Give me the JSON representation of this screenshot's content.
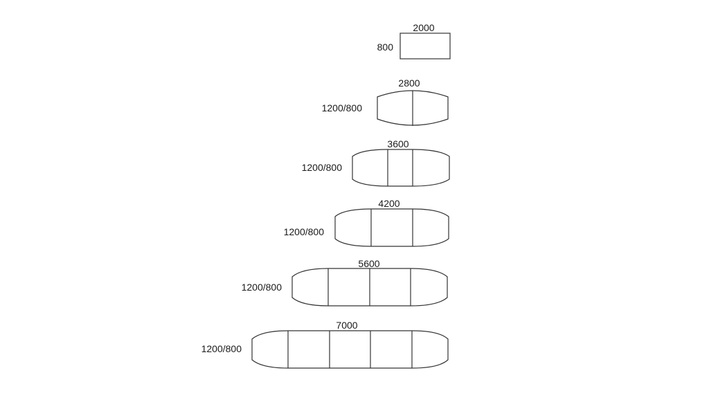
{
  "diagram": {
    "line_color": "#333333",
    "text_color": "#1a1a1a",
    "tables": [
      {
        "length_label": "2000",
        "width_label": "800",
        "shape": "rectangle"
      },
      {
        "length_label": "2800",
        "width_label": "1200/800",
        "shape": "oval"
      },
      {
        "length_label": "3600",
        "width_label": "1200/800",
        "shape": "oval"
      },
      {
        "length_label": "4200",
        "width_label": "1200/800",
        "shape": "oval"
      },
      {
        "length_label": "5600",
        "width_label": "1200/800",
        "shape": "oval"
      },
      {
        "length_label": "7000",
        "width_label": "1200/800",
        "shape": "oval"
      }
    ]
  }
}
